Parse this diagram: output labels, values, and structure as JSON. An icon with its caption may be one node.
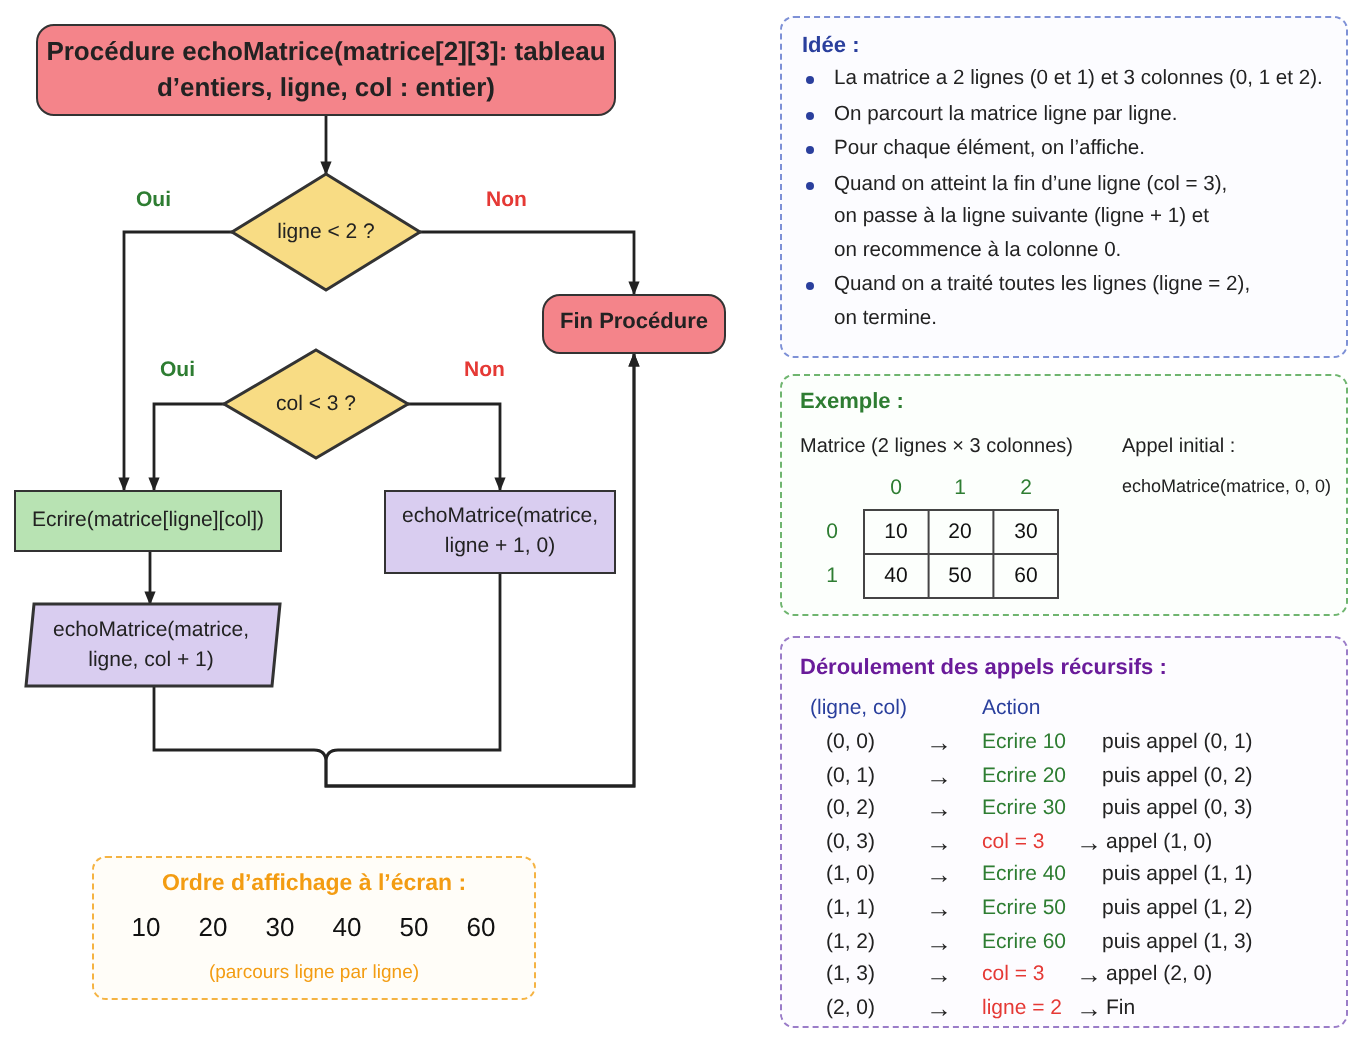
{
  "diagram": {
    "nodes": [
      {
        "text": [
          "Procédure echoMatrice(matrice[2][3]: tableau d’entiers, ligne, col : entier)"
        ]
      },
      {
        "text": [
          "ligne < 2 ?"
        ]
      },
      {
        "text": [
          "Fin Procédure"
        ]
      },
      {
        "text": [
          "col < 3 ?"
        ]
      },
      {
        "text": [
          "Ecrire(matrice[ligne][col])"
        ]
      },
      {
        "text": [
          "echoMatrice(matrice, ligne, col + 1)"
        ]
      },
      {
        "text": [
          "echoMatrice(matrice, ligne + 1, 0)"
        ]
      },
      {
        "text": [
          "Ordre d’affichage à l’écran :",
          "10",
          "20",
          "30",
          "40",
          "50",
          "60",
          "(parcours ligne par ligne)"
        ]
      },
      {
        "text": [
          "Idée :",
          "La matrice a 2 lignes (0 et 1) et 3 colonnes (0, 1 et 2).",
          "On parcourt la matrice ligne par ligne.",
          "Pour chaque élément, on l’affiche.",
          "Quand on atteint la fin d’une ligne (col = 3), on passe à la ligne suivante (ligne + 1) et on recommence à la colonne 0.",
          "Quand on a traité toutes les lignes (ligne = 2), on termine."
        ]
      },
      {
        "text": [
          "Exemple :",
          "Matrice (2 lignes × 3 colonnes)",
          "Appel initial :",
          "echoMatrice(matrice, 0, 0)"
        ]
      },
      {
        "text": [
          "Déroulement des appels récursifs :"
        ]
      }
    ],
    "edges": [
      {
        "from": 0,
        "to": 1,
        "arrow": "to"
      },
      {
        "from": 1,
        "to": 4,
        "arrow": "to",
        "label": "Oui"
      },
      {
        "from": 1,
        "to": 2,
        "arrow": "to",
        "label": "Non"
      },
      {
        "from": 3,
        "to": 4,
        "arrow": "to",
        "label": "Oui"
      },
      {
        "from": 3,
        "to": 6,
        "arrow": "to",
        "label": "Non"
      },
      {
        "from": 4,
        "to": 5,
        "arrow": "to"
      },
      {
        "from": 5,
        "to": 2,
        "arrow": "to"
      },
      {
        "from": 6,
        "to": 2,
        "arrow": "to"
      }
    ],
    "labels": [
      "0",
      "1",
      "2",
      "0",
      "10",
      "20",
      "30",
      "1",
      "40",
      "50",
      "60",
      "(ligne, col)",
      "Action",
      "(0, 0)",
      "→",
      "Ecrire 10",
      "puis appel (0, 1)",
      "(0, 1)",
      "→",
      "Ecrire 20",
      "puis appel (0, 2)",
      "(0, 2)",
      "→",
      "Ecrire 30",
      "puis appel (0, 3)",
      "(0, 3)",
      "→",
      "col = 3",
      "→",
      "appel (1, 0)",
      "(1, 0)",
      "→",
      "Ecrire 40",
      "puis appel (1, 1)",
      "(1, 1)",
      "→",
      "Ecrire 50",
      "puis appel (1, 2)",
      "(1, 2)",
      "→",
      "Ecrire 60",
      "puis appel (1, 3)",
      "(1, 3)",
      "→",
      "col = 3",
      "→",
      "appel (2, 0)",
      "(2, 0)",
      "→",
      "ligne = 2",
      "→",
      "Fin"
    ]
  }
}
